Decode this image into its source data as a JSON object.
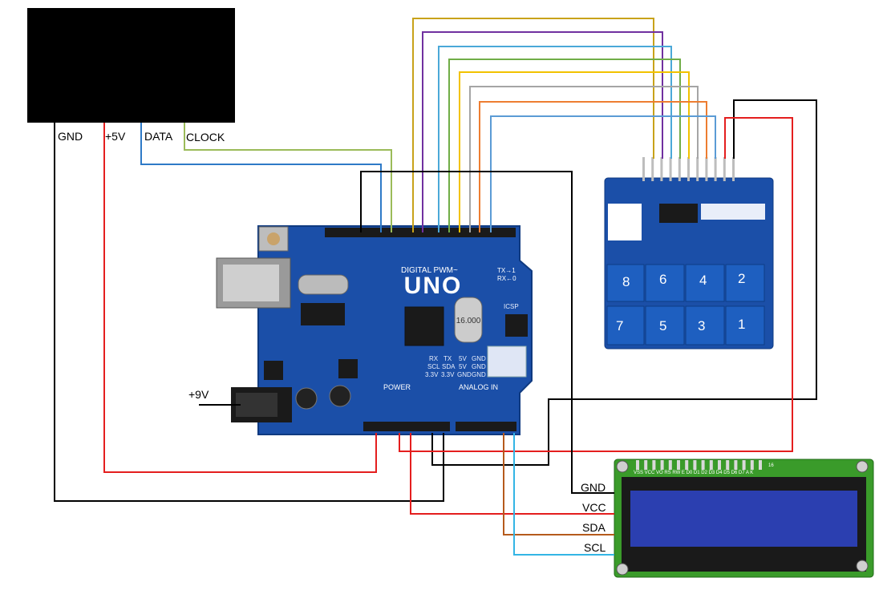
{
  "colors": {
    "wire_black": "#000000",
    "wire_red": "#e41e1e",
    "wire_blue": "#2e7ac7",
    "wire_green": "#9bbb59",
    "wire_gold": "#c8a21a",
    "wire_purple": "#7030a0",
    "wire_cyan": "#4aa8d8",
    "wire_lightgreen": "#70ad47",
    "wire_yellow": "#f2c200",
    "wire_gray": "#a5a5a5",
    "wire_orange": "#ed7d31",
    "wire_steel": "#5b9bd5",
    "wire_brown": "#b55a1c",
    "wire_skyblue": "#33b5e5",
    "board_blue": "#1b4fa8",
    "lcd_green": "#3a9b2a",
    "lcd_screen": "#2b3fb0"
  },
  "keyboard_module": {
    "labels": [
      "GND",
      "+5V",
      "DATA",
      "CLOCK"
    ]
  },
  "arduino": {
    "model_label": "UNO",
    "digital_label": "DIGITAL PWM~",
    "tx_label": "TX→1",
    "rx_label": "RX←0",
    "power_label": "POWER",
    "analog_label": "ANALOG IN",
    "crystal_label": "16.000",
    "icsp_label": "ICSP",
    "header_rows": [
      [
        "RX",
        "TX",
        "5V",
        "GND"
      ],
      [
        "SCL",
        "SDA",
        "5V",
        "GND"
      ],
      [
        "3.3V",
        "3.3V",
        "GND",
        "GND"
      ]
    ],
    "power_supply_label": "+9V"
  },
  "touch_keypad": {
    "pads": [
      "8",
      "6",
      "4",
      "2",
      "7",
      "5",
      "3",
      "1"
    ]
  },
  "lcd": {
    "pin_labels": [
      "GND",
      "VCC",
      "SDA",
      "SCL"
    ],
    "header_text": "VSS VCC VO RS RW E D0 D1 D2 D3 D4 D5 D6 D7 A K",
    "pin_count_label": "16"
  }
}
